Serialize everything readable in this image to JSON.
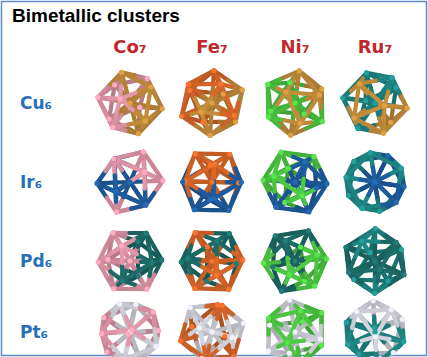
{
  "diagram": {
    "title": "Bimetallic clusters",
    "labels": [
      "Co₇",
      "Fe₇",
      "Ni₇",
      "Ru₇",
      "Cu₆",
      "Ir₆",
      "Pd₆",
      "Pt₆"
    ]
  }
}
